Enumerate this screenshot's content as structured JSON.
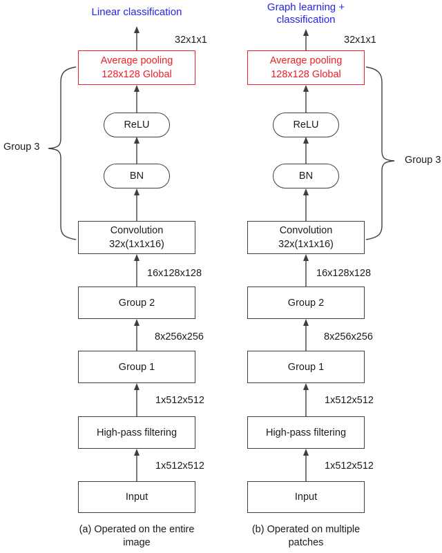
{
  "columns": [
    {
      "title": "Linear classification",
      "dims": {
        "output": "32x1x1",
        "conv_in": "16x128x128",
        "group2_in": "8x256x256",
        "group1_in": "1x512x512",
        "highpass_in": "1x512x512"
      },
      "nodes": {
        "avg_pool_line1": "Average pooling",
        "avg_pool_line2": "128x128 Global",
        "relu": "ReLU",
        "bn": "BN",
        "conv_line1": "Convolution",
        "conv_line2": "32x(1x1x16)",
        "group2": "Group 2",
        "group1": "Group 1",
        "highpass": "High-pass filtering",
        "input": "Input"
      },
      "group3": "Group 3",
      "caption": "(a) Operated on the entire image"
    },
    {
      "title": "Graph learning + classification",
      "dims": {
        "output": "32x1x1",
        "conv_in": "16x128x128",
        "group2_in": "8x256x256",
        "group1_in": "1x512x512",
        "highpass_in": "1x512x512"
      },
      "nodes": {
        "avg_pool_line1": "Average pooling",
        "avg_pool_line2": "128x128 Global",
        "relu": "ReLU",
        "bn": "BN",
        "conv_line1": "Convolution",
        "conv_line2": "32x(1x1x16)",
        "group2": "Group 2",
        "group1": "Group 1",
        "highpass": "High-pass filtering",
        "input": "Input"
      },
      "group3": "Group 3",
      "caption": "(b) Operated on multiple patches"
    }
  ],
  "colors": {
    "title_blue": "#2323e8",
    "highlight_red": "#ed2024",
    "line_dark": "#3e3e3e"
  }
}
